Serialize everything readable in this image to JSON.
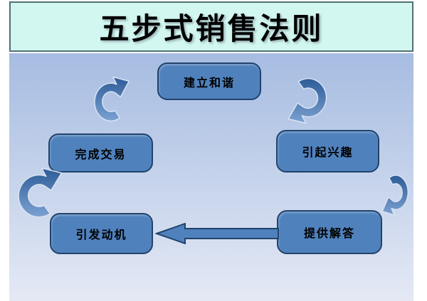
{
  "slide": {
    "title": "五步式销售法则"
  },
  "diagram": {
    "steps": [
      {
        "label": "建立和谐",
        "position": "top-center"
      },
      {
        "label": "引起兴趣",
        "position": "middle-right"
      },
      {
        "label": "提供解答",
        "position": "bottom-right"
      },
      {
        "label": "引发动机",
        "position": "bottom-left"
      },
      {
        "label": "完成交易",
        "position": "middle-left"
      }
    ],
    "arrows": [
      {
        "name": "curved-arrow-finish-to-rapport",
        "type": "curved",
        "points": "up-right"
      },
      {
        "name": "curved-arrow-rapport-to-interest",
        "type": "curved",
        "points": "down-left"
      },
      {
        "name": "curved-arrow-interest-to-answer",
        "type": "curved",
        "points": "down-left"
      },
      {
        "name": "straight-arrow-answer-to-motive",
        "type": "straight",
        "points": "left"
      },
      {
        "name": "curved-arrow-motive-to-finish",
        "type": "curved",
        "points": "up-right"
      }
    ]
  },
  "colors": {
    "page_bg": "#ffffff",
    "slide_bg_top": "#a6bce1",
    "slide_bg_bottom": "#e4e9f5",
    "title_bg": "#d2f7f1",
    "title_border": "#527078",
    "title_text": "#000000",
    "box_fill": "#4f81bd",
    "box_border": "#20436b",
    "box_text": "#000000",
    "arrow_dark": "#2d5c97",
    "arrow_light": "#7ba1d1",
    "arrow_outline": "#d9e3f2"
  }
}
